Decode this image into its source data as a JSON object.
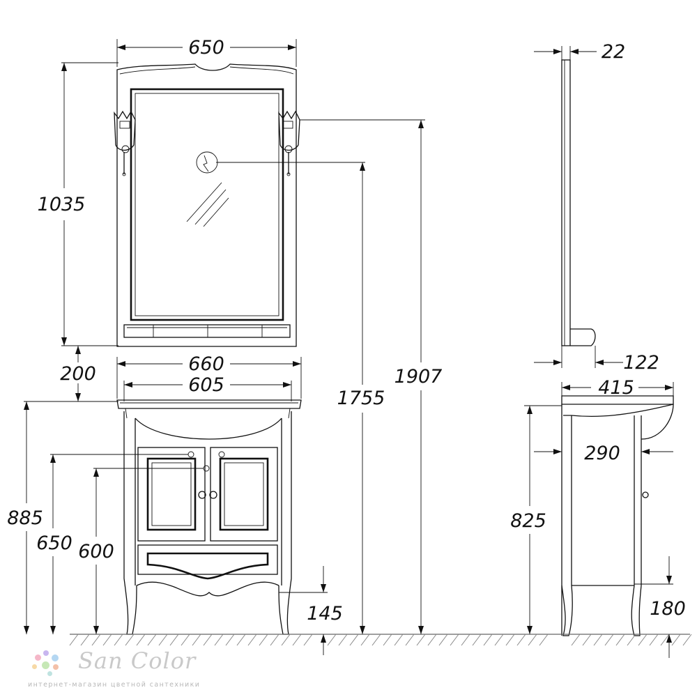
{
  "dimensions": {
    "mirror_width": "650",
    "mirror_height": "1035",
    "gap_mirror_to_basin": "200",
    "basin_width": "660",
    "cabinet_width": "605",
    "total_height_top": "1907",
    "lamp_height": "1755",
    "cabinet_total_height": "885",
    "drain_height": "650",
    "pipe_height": "600",
    "foot_clearance_front": "145",
    "mirror_depth": "22",
    "shelf_depth": "122",
    "cabinet_depth": "415",
    "body_depth": "290",
    "side_height": "825",
    "foot_clearance_side": "180"
  },
  "logo": {
    "brand": "San Color",
    "tagline": "интернет-магазин цветной сантехники",
    "dot_colors": [
      "#f5b7c8",
      "#c8b6ef",
      "#b4d7f2",
      "#f7d9a6",
      "#c6e8b6",
      "#f3c0a8",
      "#bfe3e0"
    ]
  }
}
